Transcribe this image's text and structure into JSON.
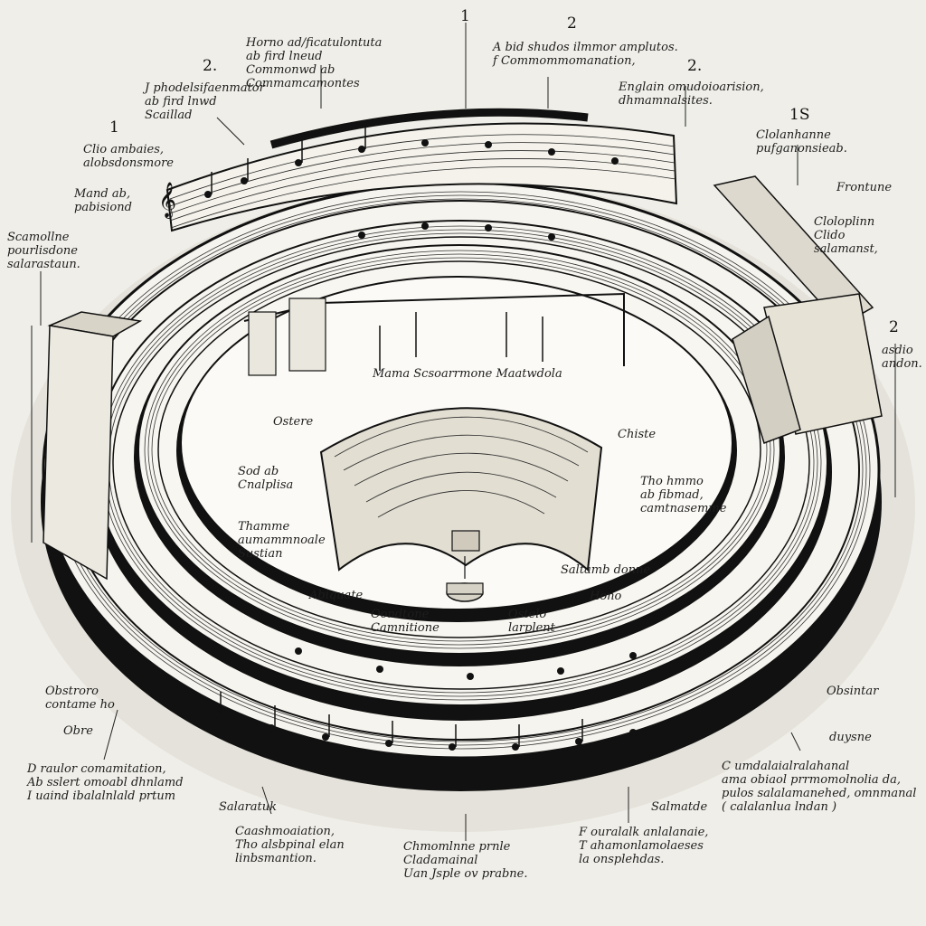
{
  "numbers": [
    "1",
    "2",
    "2.",
    "2.",
    "1",
    "1S",
    "2"
  ],
  "labels": [
    {
      "key": "top-left-heading",
      "lines": [
        "Horno ad/ficatulontuta",
        "ab fird lneud",
        "Commonwd ab",
        "Commamcamontes"
      ]
    },
    {
      "key": "top-center-heading",
      "lines": [
        "A bid shudos ilmmor amplutos.",
        "f Commommomanation,"
      ]
    },
    {
      "key": "top-right-heading",
      "lines": [
        "Englain omudoioarision,",
        "dhmamnalsites."
      ]
    },
    {
      "key": "left-upper-label",
      "lines": [
        "J phodelsifaenmator",
        "ab fird lnwd",
        "Scaillad"
      ]
    },
    {
      "key": "left-mid-label",
      "lines": [
        "Clio ambaies,",
        "alobsdonsmore"
      ]
    },
    {
      "key": "left-small-label",
      "lines": [
        "Mand ab,",
        "pabisiond"
      ]
    },
    {
      "key": "left-lower-label",
      "lines": [
        "Scamollne",
        "pourlisdone",
        "salarastaun."
      ]
    },
    {
      "key": "right-upper-label",
      "lines": [
        "Clolanhanne",
        "pufganonsieab."
      ]
    },
    {
      "key": "right-fronture",
      "lines": [
        "Frontune"
      ]
    },
    {
      "key": "right-mid-label",
      "lines": [
        "Cloloplinn",
        "Clido",
        "salamanst,"
      ]
    },
    {
      "key": "right-far-label",
      "lines": [
        "asdio",
        "andon."
      ]
    },
    {
      "key": "center-names",
      "lines": [
        "Mama Scsoarrmone    Maatwdola"
      ]
    },
    {
      "key": "center-ostere",
      "lines": [
        "Ostere"
      ]
    },
    {
      "key": "center-sod-label",
      "lines": [
        "Sod ab",
        "Cnalplisa"
      ]
    },
    {
      "key": "center-thamme",
      "lines": [
        "Thamme",
        "aumammnoale",
        "Sustian"
      ]
    },
    {
      "key": "center-abiquate",
      "lines": [
        "Abiquate"
      ]
    },
    {
      "key": "center-bottom-left",
      "lines": [
        "Oondtone",
        "Camnitione"
      ]
    },
    {
      "key": "center-bottom-right",
      "lines": [
        "Ostelo",
        "larplent"
      ]
    },
    {
      "key": "center-right-chiste",
      "lines": [
        "Chiste"
      ]
    },
    {
      "key": "center-right-theman",
      "lines": [
        "Tho hmmo",
        "ab fibmad,",
        "camtnasemme"
      ]
    },
    {
      "key": "center-right-saltamb",
      "lines": [
        "Saltamb donne"
      ]
    },
    {
      "key": "center-right-hono",
      "lines": [
        "Hono"
      ]
    },
    {
      "key": "left-bottom-obstroro",
      "lines": [
        "Obstroro",
        "contame ho"
      ]
    },
    {
      "key": "left-bottom-obre",
      "lines": [
        "Obre"
      ]
    },
    {
      "key": "bottom-left-paragraph",
      "lines": [
        "D raulor comamitation,",
        "Ab sslert omoabl dhnlamd",
        "I uaind ibalalnlald prtum"
      ]
    },
    {
      "key": "bottom-salaratuk",
      "lines": [
        "Salaratuk"
      ]
    },
    {
      "key": "bottom-left-center",
      "lines": [
        "Caashmoaiation,",
        "Tho alsbpinal elan",
        "linbsmantion."
      ]
    },
    {
      "key": "bottom-center",
      "lines": [
        "Chmomlnne prnle",
        "Cladamainal",
        "Uan Jsple ov prabne."
      ]
    },
    {
      "key": "bottom-right-center",
      "lines": [
        "F ouralalk anlalanaie,",
        "T ahamonlamolaeses",
        "la onsplehdas."
      ]
    },
    {
      "key": "bottom-salmatde",
      "lines": [
        "Salmatde"
      ]
    },
    {
      "key": "right-bottom-obsintar",
      "lines": [
        "Obsintar"
      ]
    },
    {
      "key": "right-bottom-duysne",
      "lines": [
        "duysne"
      ]
    },
    {
      "key": "bottom-right-paragraph",
      "lines": [
        "C umdalaialralahanal",
        "ama obiaol prrmomolnolia da,",
        "pulos salalamanehed, omnmanal",
        "( calalanlua lndan )"
      ]
    }
  ]
}
